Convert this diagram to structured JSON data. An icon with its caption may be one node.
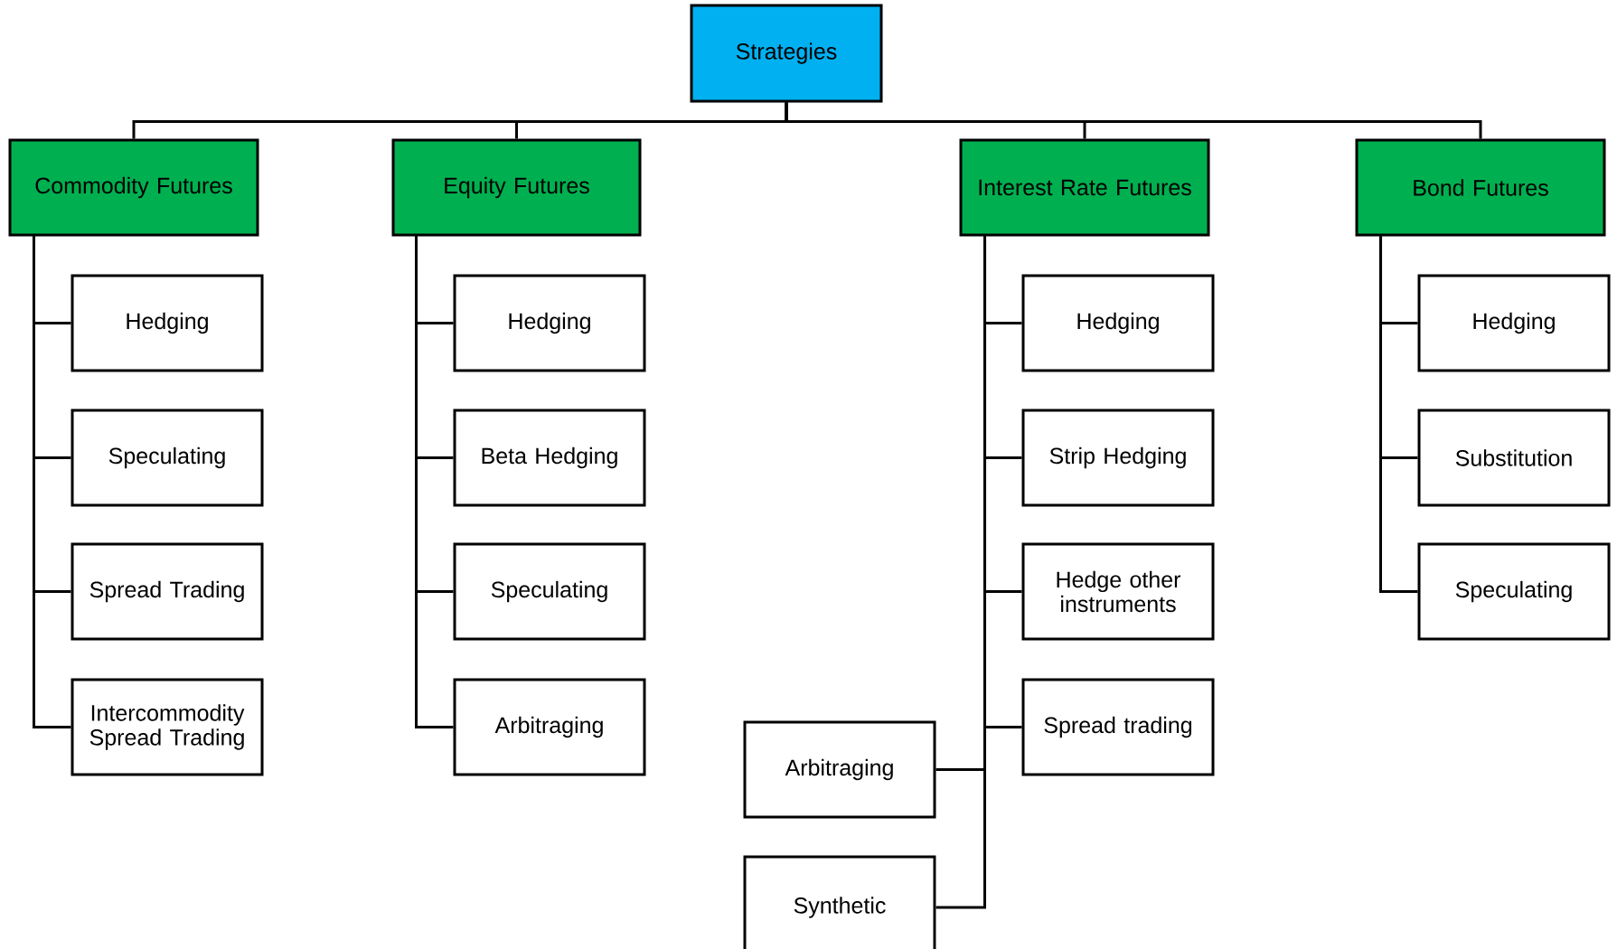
{
  "diagram": {
    "nodes": [
      {
        "text": [
          "Strategies"
        ]
      },
      {
        "text": [
          "Commodity Futures"
        ]
      },
      {
        "text": [
          "Hedging"
        ]
      },
      {
        "text": [
          "Speculating"
        ]
      },
      {
        "text": [
          "Spread Trading"
        ]
      },
      {
        "text": [
          "Intercommodity Spread Trading"
        ]
      },
      {
        "text": [
          "Equity Futures"
        ]
      },
      {
        "text": [
          "Hedging"
        ]
      },
      {
        "text": [
          "Beta Hedging"
        ]
      },
      {
        "text": [
          "Speculating"
        ]
      },
      {
        "text": [
          "Arbitraging"
        ]
      },
      {
        "text": [
          "Interest Rate Futures"
        ]
      },
      {
        "text": [
          "Hedging"
        ]
      },
      {
        "text": [
          "Strip Hedging"
        ]
      },
      {
        "text": [
          "Hedge other instruments"
        ]
      },
      {
        "text": [
          "Spread trading"
        ]
      },
      {
        "text": [
          "Arbitraging"
        ]
      },
      {
        "text": [
          "Synthetic"
        ]
      },
      {
        "text": [
          "Bond Futures"
        ]
      },
      {
        "text": [
          "Hedging"
        ]
      },
      {
        "text": [
          "Substitution"
        ]
      },
      {
        "text": [
          "Speculating"
        ]
      }
    ],
    "edges": [
      {
        "from": 0,
        "to": 1,
        "arrow": "none"
      },
      {
        "from": 0,
        "to": 6,
        "arrow": "none"
      },
      {
        "from": 0,
        "to": 11,
        "arrow": "none"
      },
      {
        "from": 0,
        "to": 18,
        "arrow": "none"
      },
      {
        "from": 1,
        "to": 2,
        "arrow": "none"
      },
      {
        "from": 1,
        "to": 3,
        "arrow": "none"
      },
      {
        "from": 1,
        "to": 4,
        "arrow": "none"
      },
      {
        "from": 1,
        "to": 5,
        "arrow": "none"
      },
      {
        "from": 6,
        "to": 7,
        "arrow": "none"
      },
      {
        "from": 6,
        "to": 8,
        "arrow": "none"
      },
      {
        "from": 6,
        "to": 9,
        "arrow": "none"
      },
      {
        "from": 6,
        "to": 10,
        "arrow": "none"
      },
      {
        "from": 11,
        "to": 12,
        "arrow": "none"
      },
      {
        "from": 11,
        "to": 13,
        "arrow": "none"
      },
      {
        "from": 11,
        "to": 14,
        "arrow": "none"
      },
      {
        "from": 11,
        "to": 15,
        "arrow": "none"
      },
      {
        "from": 11,
        "to": 16,
        "arrow": "none"
      },
      {
        "from": 11,
        "to": 17,
        "arrow": "none"
      },
      {
        "from": 18,
        "to": 19,
        "arrow": "none"
      },
      {
        "from": 18,
        "to": 20,
        "arrow": "none"
      },
      {
        "from": 18,
        "to": 21,
        "arrow": "none"
      }
    ]
  }
}
